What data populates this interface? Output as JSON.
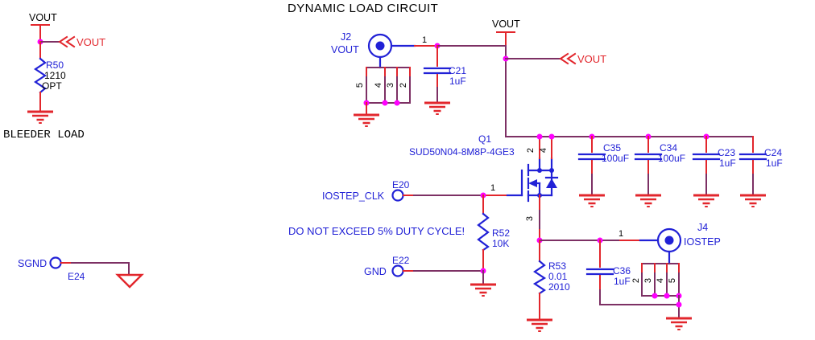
{
  "schematic": {
    "title": "DYNAMIC LOAD CIRCUIT",
    "notes": {
      "bleeder": "BLEEDER LOAD",
      "warning": "DO NOT EXCEED 5% DUTY CYCLE!"
    },
    "nets": {
      "vout_power_left": "VOUT",
      "vout_power_top": "VOUT",
      "vout_offpage_left": "VOUT",
      "vout_offpage_right": "VOUT"
    },
    "terminals": {
      "e20": {
        "net": "IOSTEP_CLK",
        "ref": "E20"
      },
      "e22": {
        "net": "GND",
        "ref": "E22"
      },
      "e24": {
        "net": "SGND",
        "ref": "E24"
      }
    },
    "components": {
      "r50": {
        "ref": "R50",
        "value": "1210",
        "note": "OPT"
      },
      "r52": {
        "ref": "R52",
        "value": "10K"
      },
      "r53": {
        "ref": "R53",
        "value": "0.01",
        "footprint": "2010"
      },
      "c21": {
        "ref": "C21",
        "value": "1uF"
      },
      "c35": {
        "ref": "C35",
        "value": "100uF"
      },
      "c34": {
        "ref": "C34",
        "value": "100uF"
      },
      "c23": {
        "ref": "C23",
        "value": "1uF"
      },
      "c24": {
        "ref": "C24",
        "value": "1uF"
      },
      "c36": {
        "ref": "C36",
        "value": "1uF"
      },
      "q1": {
        "ref": "Q1",
        "part": "SUD50N04-8M8P-4GE3",
        "pins": {
          "gate": "1",
          "drain2": "2",
          "drain4": "4",
          "source": "3"
        }
      },
      "j2": {
        "ref": "J2",
        "net": "VOUT",
        "pin1": "1",
        "shield": [
          "5",
          "4",
          "3",
          "2"
        ]
      },
      "j4": {
        "ref": "J4",
        "net": "IOSTEP",
        "pin1": "1",
        "shield": [
          "2",
          "3",
          "4",
          "5"
        ]
      }
    },
    "colors": {
      "wire": "#7d3064",
      "pin": "#e2262c",
      "component": "#2121d6",
      "junction": "#ff00ff",
      "text": "#000000"
    }
  }
}
